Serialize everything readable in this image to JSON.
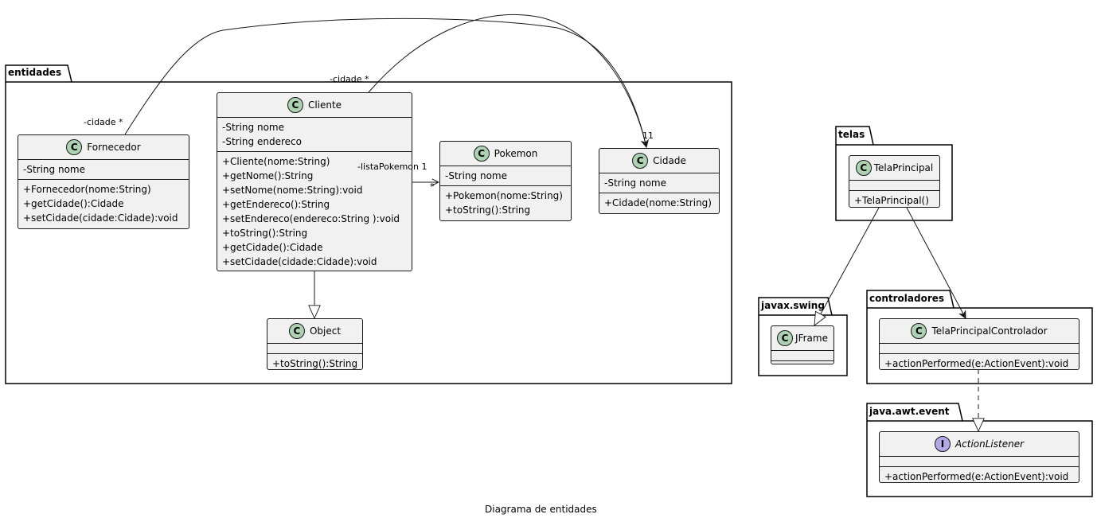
{
  "packages": {
    "entidades": "entidades",
    "telas": "telas",
    "javax_swing": "javax.swing",
    "controladores": "controladores",
    "java_awt_event": "java.awt.event"
  },
  "classes": {
    "fornecedor": {
      "name": "Fornecedor",
      "badge": "C",
      "fields": [
        "-String nome"
      ],
      "methods": [
        "+Fornecedor(nome:String)",
        "+getCidade():Cidade",
        "+setCidade(cidade:Cidade):void"
      ]
    },
    "cliente": {
      "name": "Cliente",
      "badge": "C",
      "fields": [
        "-String nome",
        "-String endereco"
      ],
      "methods": [
        "+Cliente(nome:String)",
        "+getNome():String",
        "+setNome(nome:String):void",
        "+getEndereco():String",
        "+setEndereco(endereco:String ):void",
        "+toString():String",
        "+getCidade():Cidade",
        "+setCidade(cidade:Cidade):void"
      ]
    },
    "pokemon": {
      "name": "Pokemon",
      "badge": "C",
      "fields": [
        "-String nome"
      ],
      "methods": [
        "+Pokemon(nome:String)",
        "+toString():String"
      ]
    },
    "cidade": {
      "name": "Cidade",
      "badge": "C",
      "fields": [
        "-String nome"
      ],
      "methods": [
        "+Cidade(nome:String)"
      ]
    },
    "object": {
      "name": "Object",
      "badge": "C",
      "fields": [],
      "methods": [
        "+toString():String"
      ]
    },
    "tela_principal": {
      "name": "TelaPrincipal",
      "badge": "C",
      "fields": [],
      "methods": [
        "+TelaPrincipal()"
      ]
    },
    "jframe": {
      "name": "JFrame",
      "badge": "C",
      "fields": [],
      "methods": []
    },
    "tela_principal_controlador": {
      "name": "TelaPrincipalControlador",
      "badge": "C",
      "fields": [],
      "methods": [
        "+actionPerformed(e:ActionEvent):void"
      ]
    },
    "action_listener": {
      "name": "ActionListener",
      "badge": "I",
      "fields": [],
      "methods": [
        "+actionPerformed(e:ActionEvent):void"
      ]
    }
  },
  "labels": {
    "fornecedor_cidade": "-cidade *",
    "cliente_cidade": "-cidade *",
    "cidade_mult": "11",
    "lista_pokemon": "-listaPokemon 1",
    "pokemon_mult": "*"
  },
  "caption": "Diagrama de entidades"
}
